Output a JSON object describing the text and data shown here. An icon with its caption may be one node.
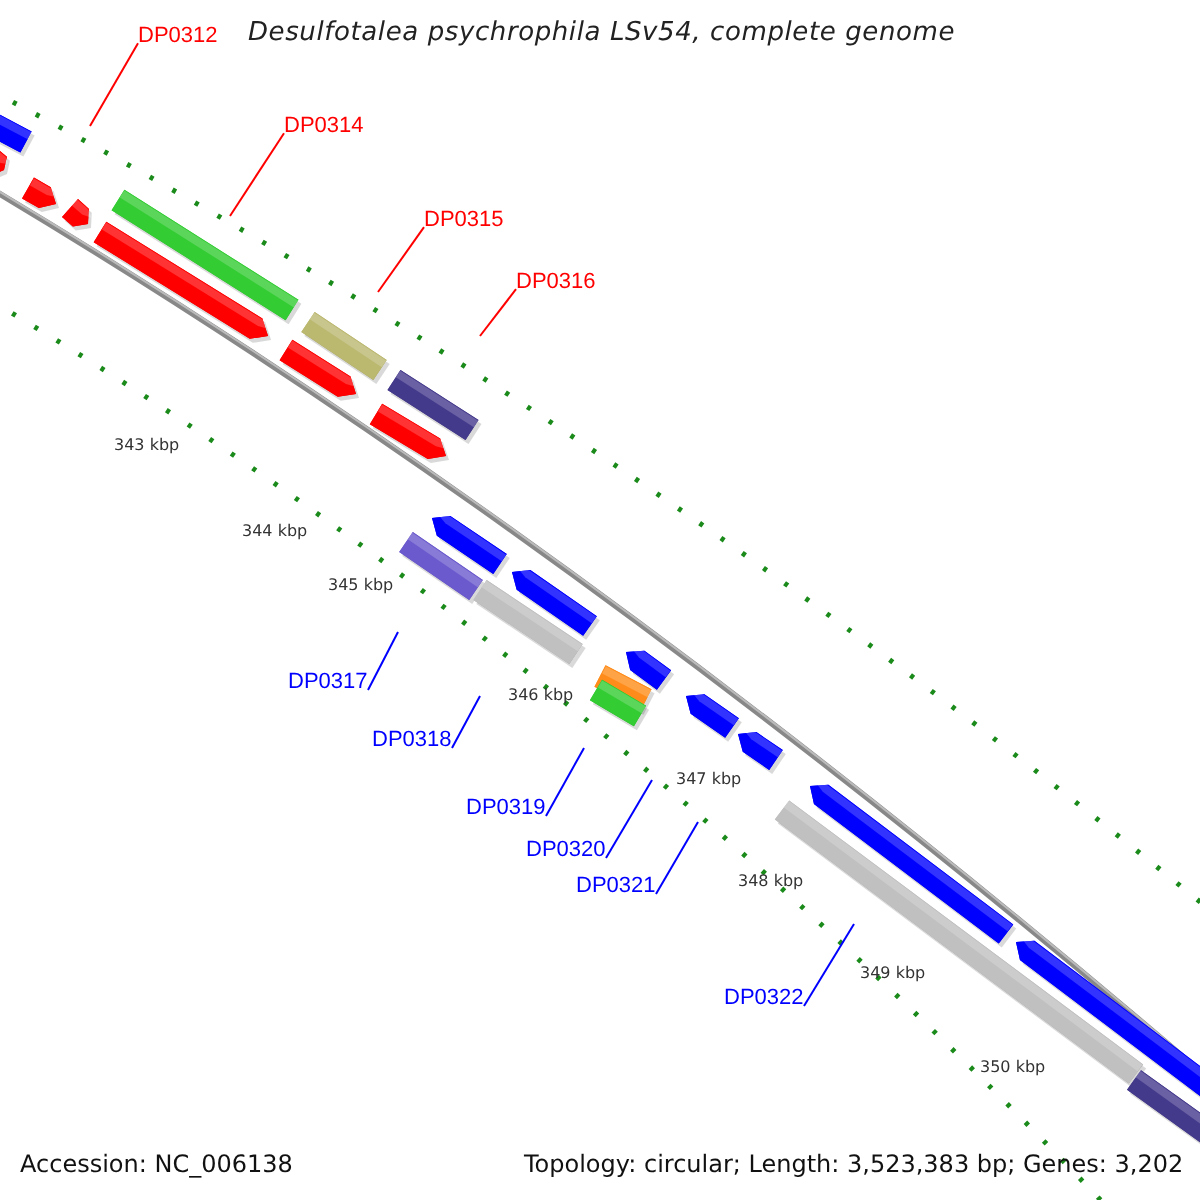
{
  "diagram": {
    "title": "Desulfotalea psychrophila LSv54, complete genome",
    "nodes": [
      {
        "text": [
          "DP0312"
        ]
      },
      {
        "text": [
          "DP0314"
        ]
      },
      {
        "text": [
          "DP0315"
        ]
      },
      {
        "text": [
          "DP0316"
        ]
      },
      {
        "text": [
          "DP0317"
        ]
      },
      {
        "text": [
          "DP0318"
        ]
      },
      {
        "text": [
          "DP0319"
        ]
      },
      {
        "text": [
          "DP0320"
        ]
      },
      {
        "text": [
          "DP0321"
        ]
      },
      {
        "text": [
          "DP0322"
        ]
      }
    ],
    "edges": [
      {
        "from": 0,
        "to": null,
        "arrow": "none",
        "color": "#ff0000"
      },
      {
        "from": 1,
        "to": null,
        "arrow": "none",
        "color": "#ff0000"
      },
      {
        "from": 2,
        "to": null,
        "arrow": "none",
        "color": "#ff0000"
      },
      {
        "from": 3,
        "to": null,
        "arrow": "none",
        "color": "#ff0000"
      },
      {
        "from": 4,
        "to": null,
        "arrow": "none"
      },
      {
        "from": 5,
        "to": null,
        "arrow": "none"
      },
      {
        "from": 6,
        "to": null,
        "arrow": "none"
      },
      {
        "from": 7,
        "to": null,
        "arrow": "none"
      },
      {
        "from": 8,
        "to": null,
        "arrow": "none"
      },
      {
        "from": 9,
        "to": null,
        "arrow": "none"
      }
    ],
    "labels": [
      "343 kbp",
      "344 kbp",
      "345 kbp",
      "346 kbp",
      "347 kbp",
      "348 kbp",
      "349 kbp",
      "350 kbp",
      "Accession: NC_006138",
      "Topology: circular; Length: 3,523,383 bp; Genes: 3,202"
    ]
  }
}
